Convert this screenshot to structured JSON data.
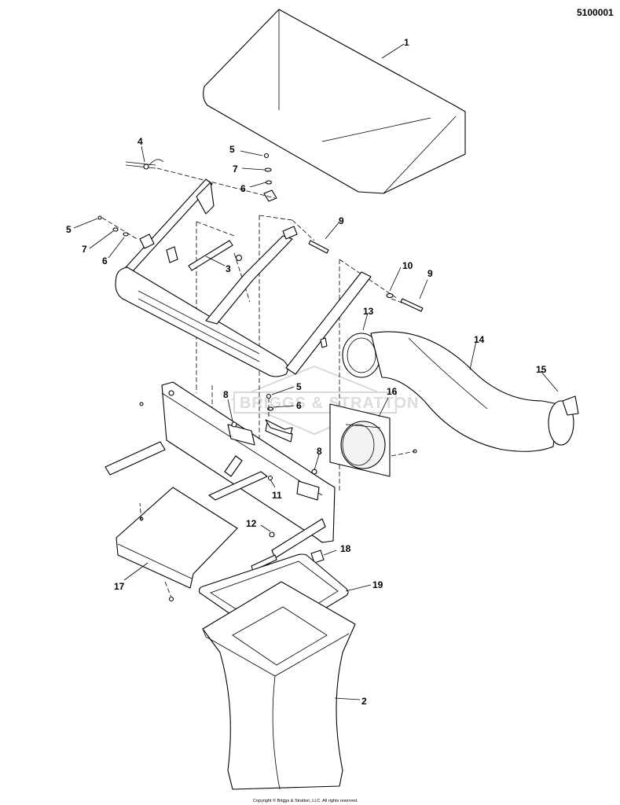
{
  "doc_id": "5100001",
  "copyright": "Copyright © Briggs & Stratton, LLC. All rights reserved.",
  "watermark": "BRIGGS & STRATTON",
  "callouts": [
    "1",
    "2",
    "3",
    "4",
    "5",
    "5",
    "5",
    "6",
    "6",
    "6",
    "7",
    "7",
    "8",
    "8",
    "9",
    "9",
    "10",
    "11",
    "12",
    "13",
    "14",
    "15",
    "16",
    "17",
    "18",
    "19"
  ]
}
